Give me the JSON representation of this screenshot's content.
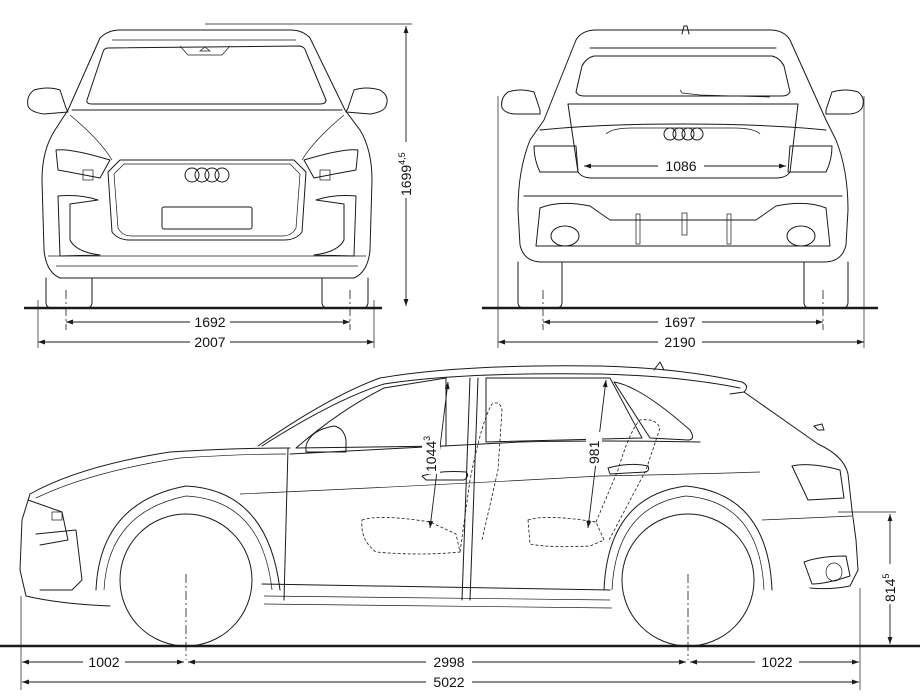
{
  "drawing": {
    "subject": "SUV coupe dimensional drawing",
    "views": [
      "front-view",
      "rear-view",
      "side-view"
    ],
    "colors": {
      "line": "#1a1a1a",
      "background": "#ffffff"
    }
  },
  "front_view": {
    "height": {
      "value": "1699",
      "sup": "4,5"
    },
    "track": "1692",
    "width": "2007"
  },
  "rear_view": {
    "shoulder_room": "1086",
    "track": "1697",
    "width_mirrors": "2190"
  },
  "side_view": {
    "front_headroom": {
      "value": "1044",
      "sup": "3"
    },
    "rear_headroom": "981",
    "loading_sill_height": {
      "value": "814",
      "sup": "5"
    },
    "front_overhang": "1002",
    "wheelbase": "2998",
    "rear_overhang": "1022",
    "overall_length": "5022"
  },
  "units": "mm"
}
